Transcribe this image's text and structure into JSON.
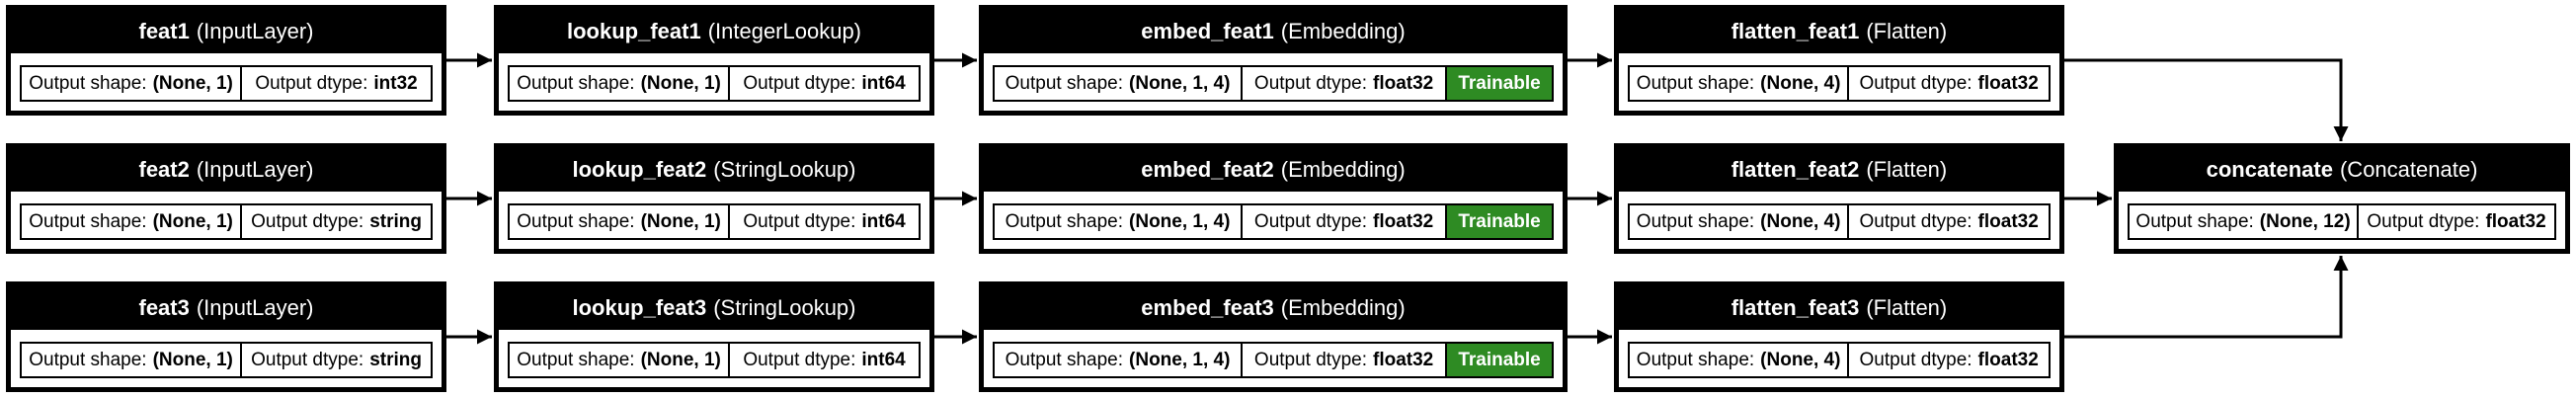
{
  "labels": {
    "output_shape": "Output shape:",
    "output_dtype": "Output dtype:",
    "trainable": "Trainable"
  },
  "colors": {
    "trainable": "#2e8b23",
    "header": "#000000"
  },
  "nodes": {
    "feat1": {
      "name": "feat1",
      "type": "(InputLayer)",
      "shape": "(None, 1)",
      "dtype": "int32"
    },
    "lookup_feat1": {
      "name": "lookup_feat1",
      "type": "(IntegerLookup)",
      "shape": "(None, 1)",
      "dtype": "int64"
    },
    "embed_feat1": {
      "name": "embed_feat1",
      "type": "(Embedding)",
      "shape": "(None, 1, 4)",
      "dtype": "float32"
    },
    "flatten_feat1": {
      "name": "flatten_feat1",
      "type": "(Flatten)",
      "shape": "(None, 4)",
      "dtype": "float32"
    },
    "feat2": {
      "name": "feat2",
      "type": "(InputLayer)",
      "shape": "(None, 1)",
      "dtype": "string"
    },
    "lookup_feat2": {
      "name": "lookup_feat2",
      "type": "(StringLookup)",
      "shape": "(None, 1)",
      "dtype": "int64"
    },
    "embed_feat2": {
      "name": "embed_feat2",
      "type": "(Embedding)",
      "shape": "(None, 1, 4)",
      "dtype": "float32"
    },
    "flatten_feat2": {
      "name": "flatten_feat2",
      "type": "(Flatten)",
      "shape": "(None, 4)",
      "dtype": "float32"
    },
    "feat3": {
      "name": "feat3",
      "type": "(InputLayer)",
      "shape": "(None, 1)",
      "dtype": "string"
    },
    "lookup_feat3": {
      "name": "lookup_feat3",
      "type": "(StringLookup)",
      "shape": "(None, 1)",
      "dtype": "int64"
    },
    "embed_feat3": {
      "name": "embed_feat3",
      "type": "(Embedding)",
      "shape": "(None, 1, 4)",
      "dtype": "float32"
    },
    "flatten_feat3": {
      "name": "flatten_feat3",
      "type": "(Flatten)",
      "shape": "(None, 4)",
      "dtype": "float32"
    },
    "concatenate": {
      "name": "concatenate",
      "type": "(Concatenate)",
      "shape": "(None, 12)",
      "dtype": "float32"
    }
  }
}
